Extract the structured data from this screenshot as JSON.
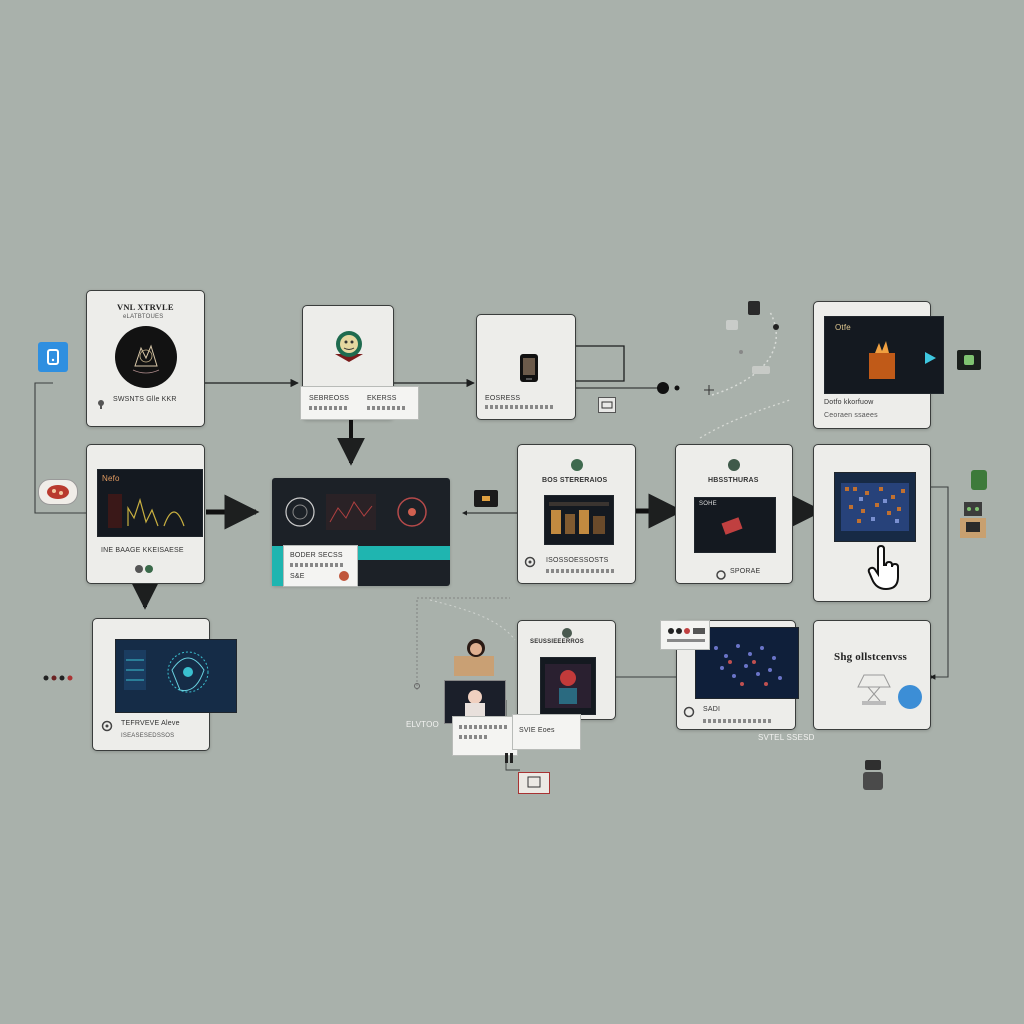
{
  "nodes": {
    "n1": {
      "title": "VNL XTRVLE",
      "subtitle": "eLATBTOUES",
      "caption": "SWSNTS  Glle  KKR"
    },
    "n2": {
      "caption_left": "SEBREOSS",
      "caption_right": "EKERSS"
    },
    "n3": {
      "caption": "EOSRESS"
    },
    "n4": {
      "banner": "Otfe",
      "caption": "Dotfo kkorfuow",
      "sub": "Ceoraen ssaees"
    },
    "n5": {
      "banner": "Nefo",
      "caption": "INE BAAGE  KKEISAESE"
    },
    "n6": {
      "caption": "BODER  SECSS",
      "sub": "S&E"
    },
    "n7": {
      "header": "BOS STERERAIOS",
      "caption": "ISOSSOESSOSTS"
    },
    "n8": {
      "header": "HBSSTHURAS",
      "banner": "SOHE",
      "caption": "SPORAE"
    },
    "n10": {
      "caption": "TEFRVEVE Aleve",
      "sub": "ISEASESEDSSOS"
    },
    "n11": {
      "header": "SEUSSIEEERROS",
      "caption": "SVIE Eoes"
    },
    "n12": {
      "caption": "SADI"
    },
    "n13": {
      "title": "Shg ollstcenvss"
    }
  },
  "labels": {
    "elvtoo": "ELVTOO",
    "svtelms": "SVTEL  SSESD"
  },
  "icons": {
    "start": "app-icon",
    "pointer": "hand-pointer-icon",
    "robot": "robot-icon",
    "globe": "globe-icon"
  },
  "colors": {
    "background": "#a9b1ab",
    "accent_teal": "#1fb5b0",
    "accent_blue": "#2f8fe0",
    "node_border": "#3a3d3c"
  }
}
